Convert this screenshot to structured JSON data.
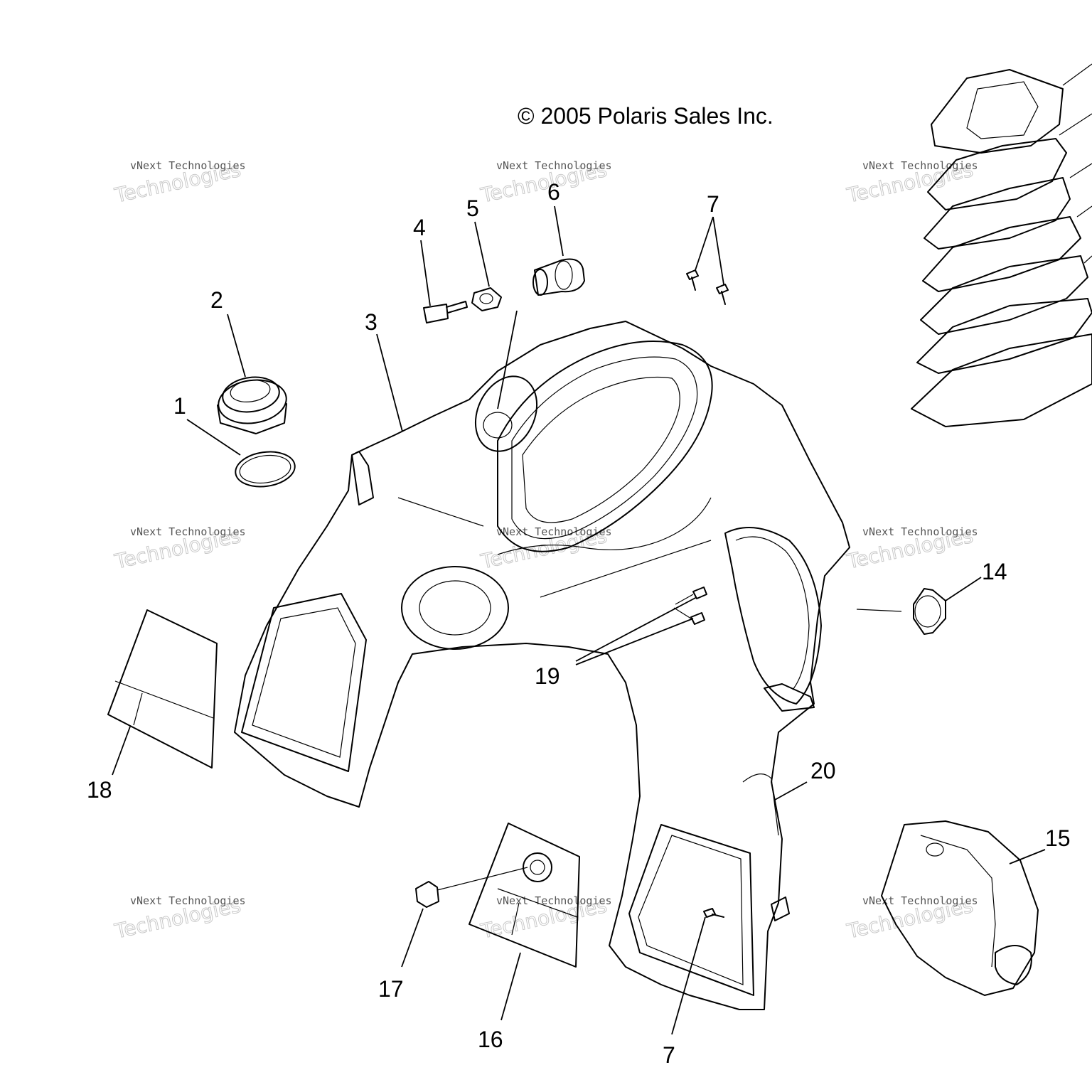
{
  "copyright": "© 2005 Polaris Sales Inc.",
  "watermark": {
    "small": "vNext Technologies",
    "large": "Technologies",
    "top": "vNext"
  },
  "callouts": {
    "c1": "1",
    "c2": "2",
    "c3": "3",
    "c4": "4",
    "c5": "5",
    "c6": "6",
    "c7a": "7",
    "c7b": "7",
    "c14": "14",
    "c15": "15",
    "c16": "16",
    "c17": "17",
    "c18": "18",
    "c19": "19",
    "c20": "20"
  }
}
